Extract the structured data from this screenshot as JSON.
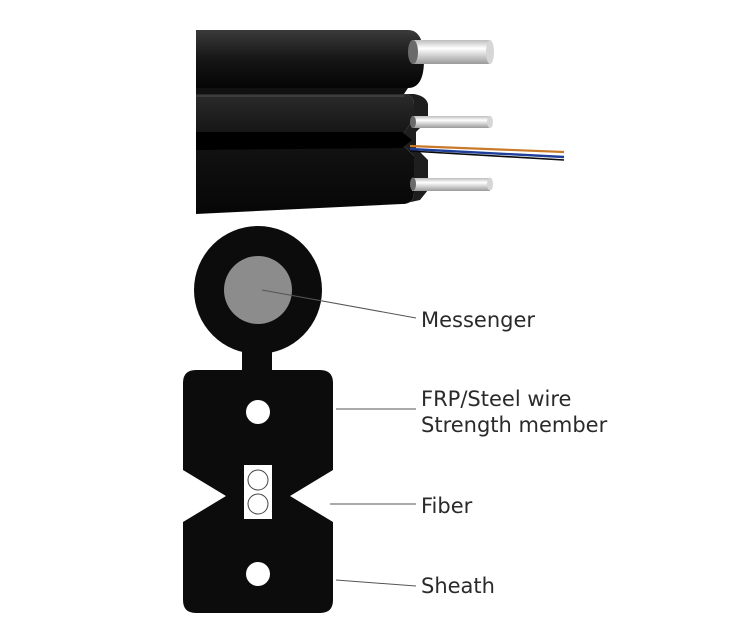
{
  "labels": {
    "messenger": "Messenger",
    "strength_line1": "FRP/Steel wire",
    "strength_line2": "Strength member",
    "fiber": "Fiber",
    "sheath": "Sheath"
  },
  "colors": {
    "jacket": "#0c0c0c",
    "messenger_core": "#8c8c8c",
    "wire": "#e8e8e8",
    "fiber_orange": "#c87a2a",
    "fiber_blue": "#1f3f9a",
    "leader_line": "#555555",
    "label_text": "#2a2a2a"
  }
}
